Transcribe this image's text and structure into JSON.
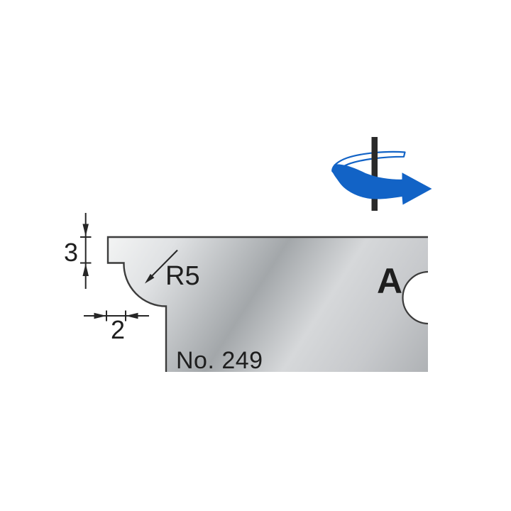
{
  "page": {
    "background": "#ffffff",
    "description": "Technical catalog drawing of a moulding cutter profile knife"
  },
  "diagram": {
    "labels": {
      "product_no": "No. 249",
      "profile_letter": "A",
      "dim_height": "3",
      "dim_width": "2",
      "radius_label": "R5"
    },
    "icons": {
      "rotation_arrow": "spindle-rotation-arrow",
      "spindle_axis": "spindle-axis-bar",
      "mounting_hole": "knife-mounting-hole"
    },
    "colors": {
      "arrow_blue": "#1263c6",
      "outline_dark": "#3c3c3c",
      "dimension_dark": "#262626",
      "text_dark": "#1e1e1e",
      "steel_light": "#f3f4f4",
      "steel_dark": "#afb2b5"
    }
  }
}
